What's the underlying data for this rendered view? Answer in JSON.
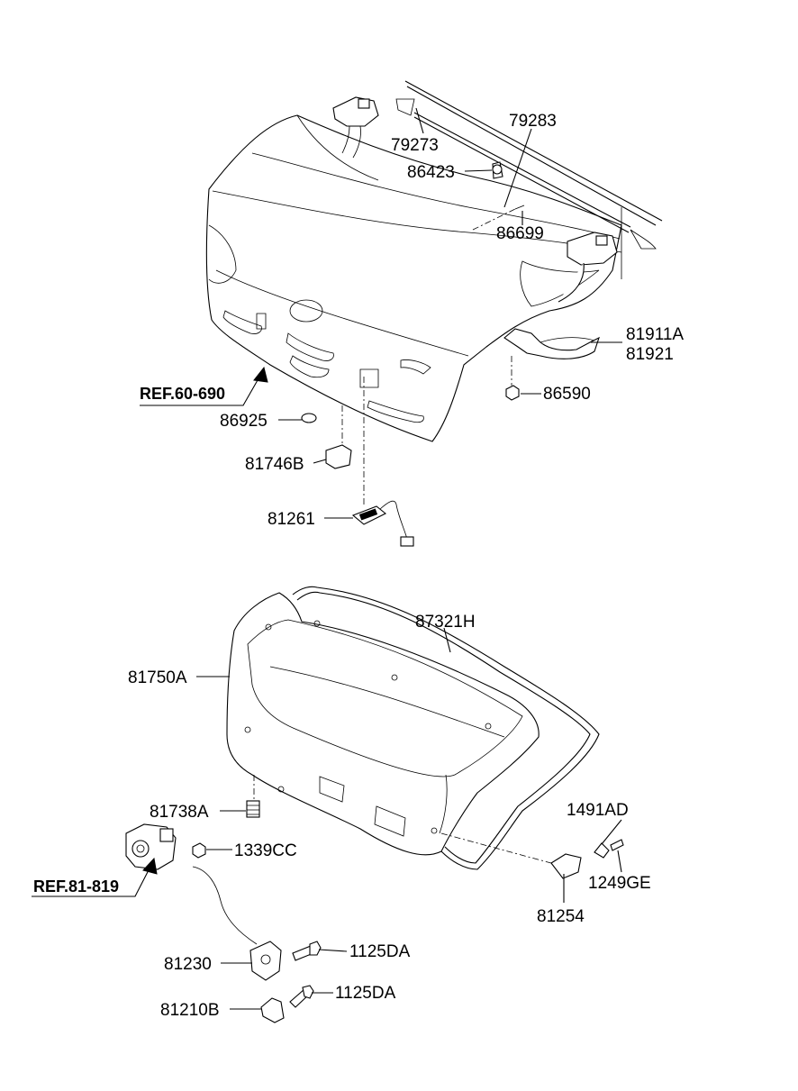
{
  "parts": {
    "p79283": "79283",
    "p79273": "79273",
    "p86423": "86423",
    "p86699": "86699",
    "p81911A": "81911A",
    "p81921": "81921",
    "p86590": "86590",
    "ref60690": "REF.60-690",
    "p86925": "86925",
    "p81746B": "81746B",
    "p81261": "81261",
    "p87321H": "87321H",
    "p81750A": "81750A",
    "p81738A": "81738A",
    "p1339CC": "1339CC",
    "ref81819": "REF.81-819",
    "p1491AD": "1491AD",
    "p1249GE": "1249GE",
    "p81254": "81254",
    "p1125DA_a": "1125DA",
    "p81230": "81230",
    "p1125DA_b": "1125DA",
    "p81210B": "81210B"
  }
}
